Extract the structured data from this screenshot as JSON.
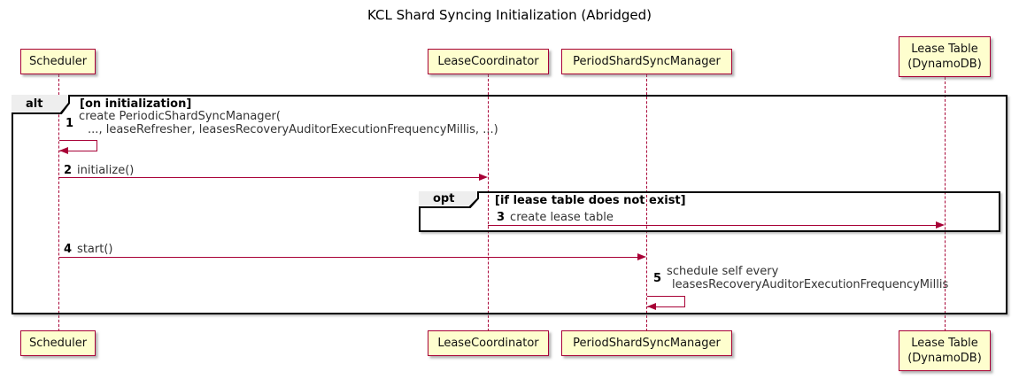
{
  "title": "KCL Shard Syncing Initialization (Abridged)",
  "participants": [
    {
      "name": "Scheduler"
    },
    {
      "name": "LeaseCoordinator"
    },
    {
      "name": "PeriodShardSyncManager"
    },
    {
      "name": "Lease Table",
      "sub": "(DynamoDB)"
    }
  ],
  "frames": {
    "alt": {
      "label": "alt",
      "guard": "[on initialization]"
    },
    "opt": {
      "label": "opt",
      "guard": "[if lease table does not exist]"
    }
  },
  "messages": [
    {
      "num": "1",
      "line1": "create PeriodicShardSyncManager(",
      "line2": "..., leaseRefresher, leasesRecoveryAuditorExecutionFrequencyMillis, ...)"
    },
    {
      "num": "2",
      "text": "initialize()"
    },
    {
      "num": "3",
      "text": "create lease table"
    },
    {
      "num": "4",
      "text": "start()"
    },
    {
      "num": "5",
      "line1": "schedule self every",
      "line2": "leasesRecoveryAuditorExecutionFrequencyMillis"
    }
  ],
  "colors": {
    "participant_fill": "#FEFECE",
    "accent": "#A80036",
    "frame_border": "#000000",
    "frame_label_fill": "#EEEEEE",
    "background": "#FFFFFF"
  }
}
